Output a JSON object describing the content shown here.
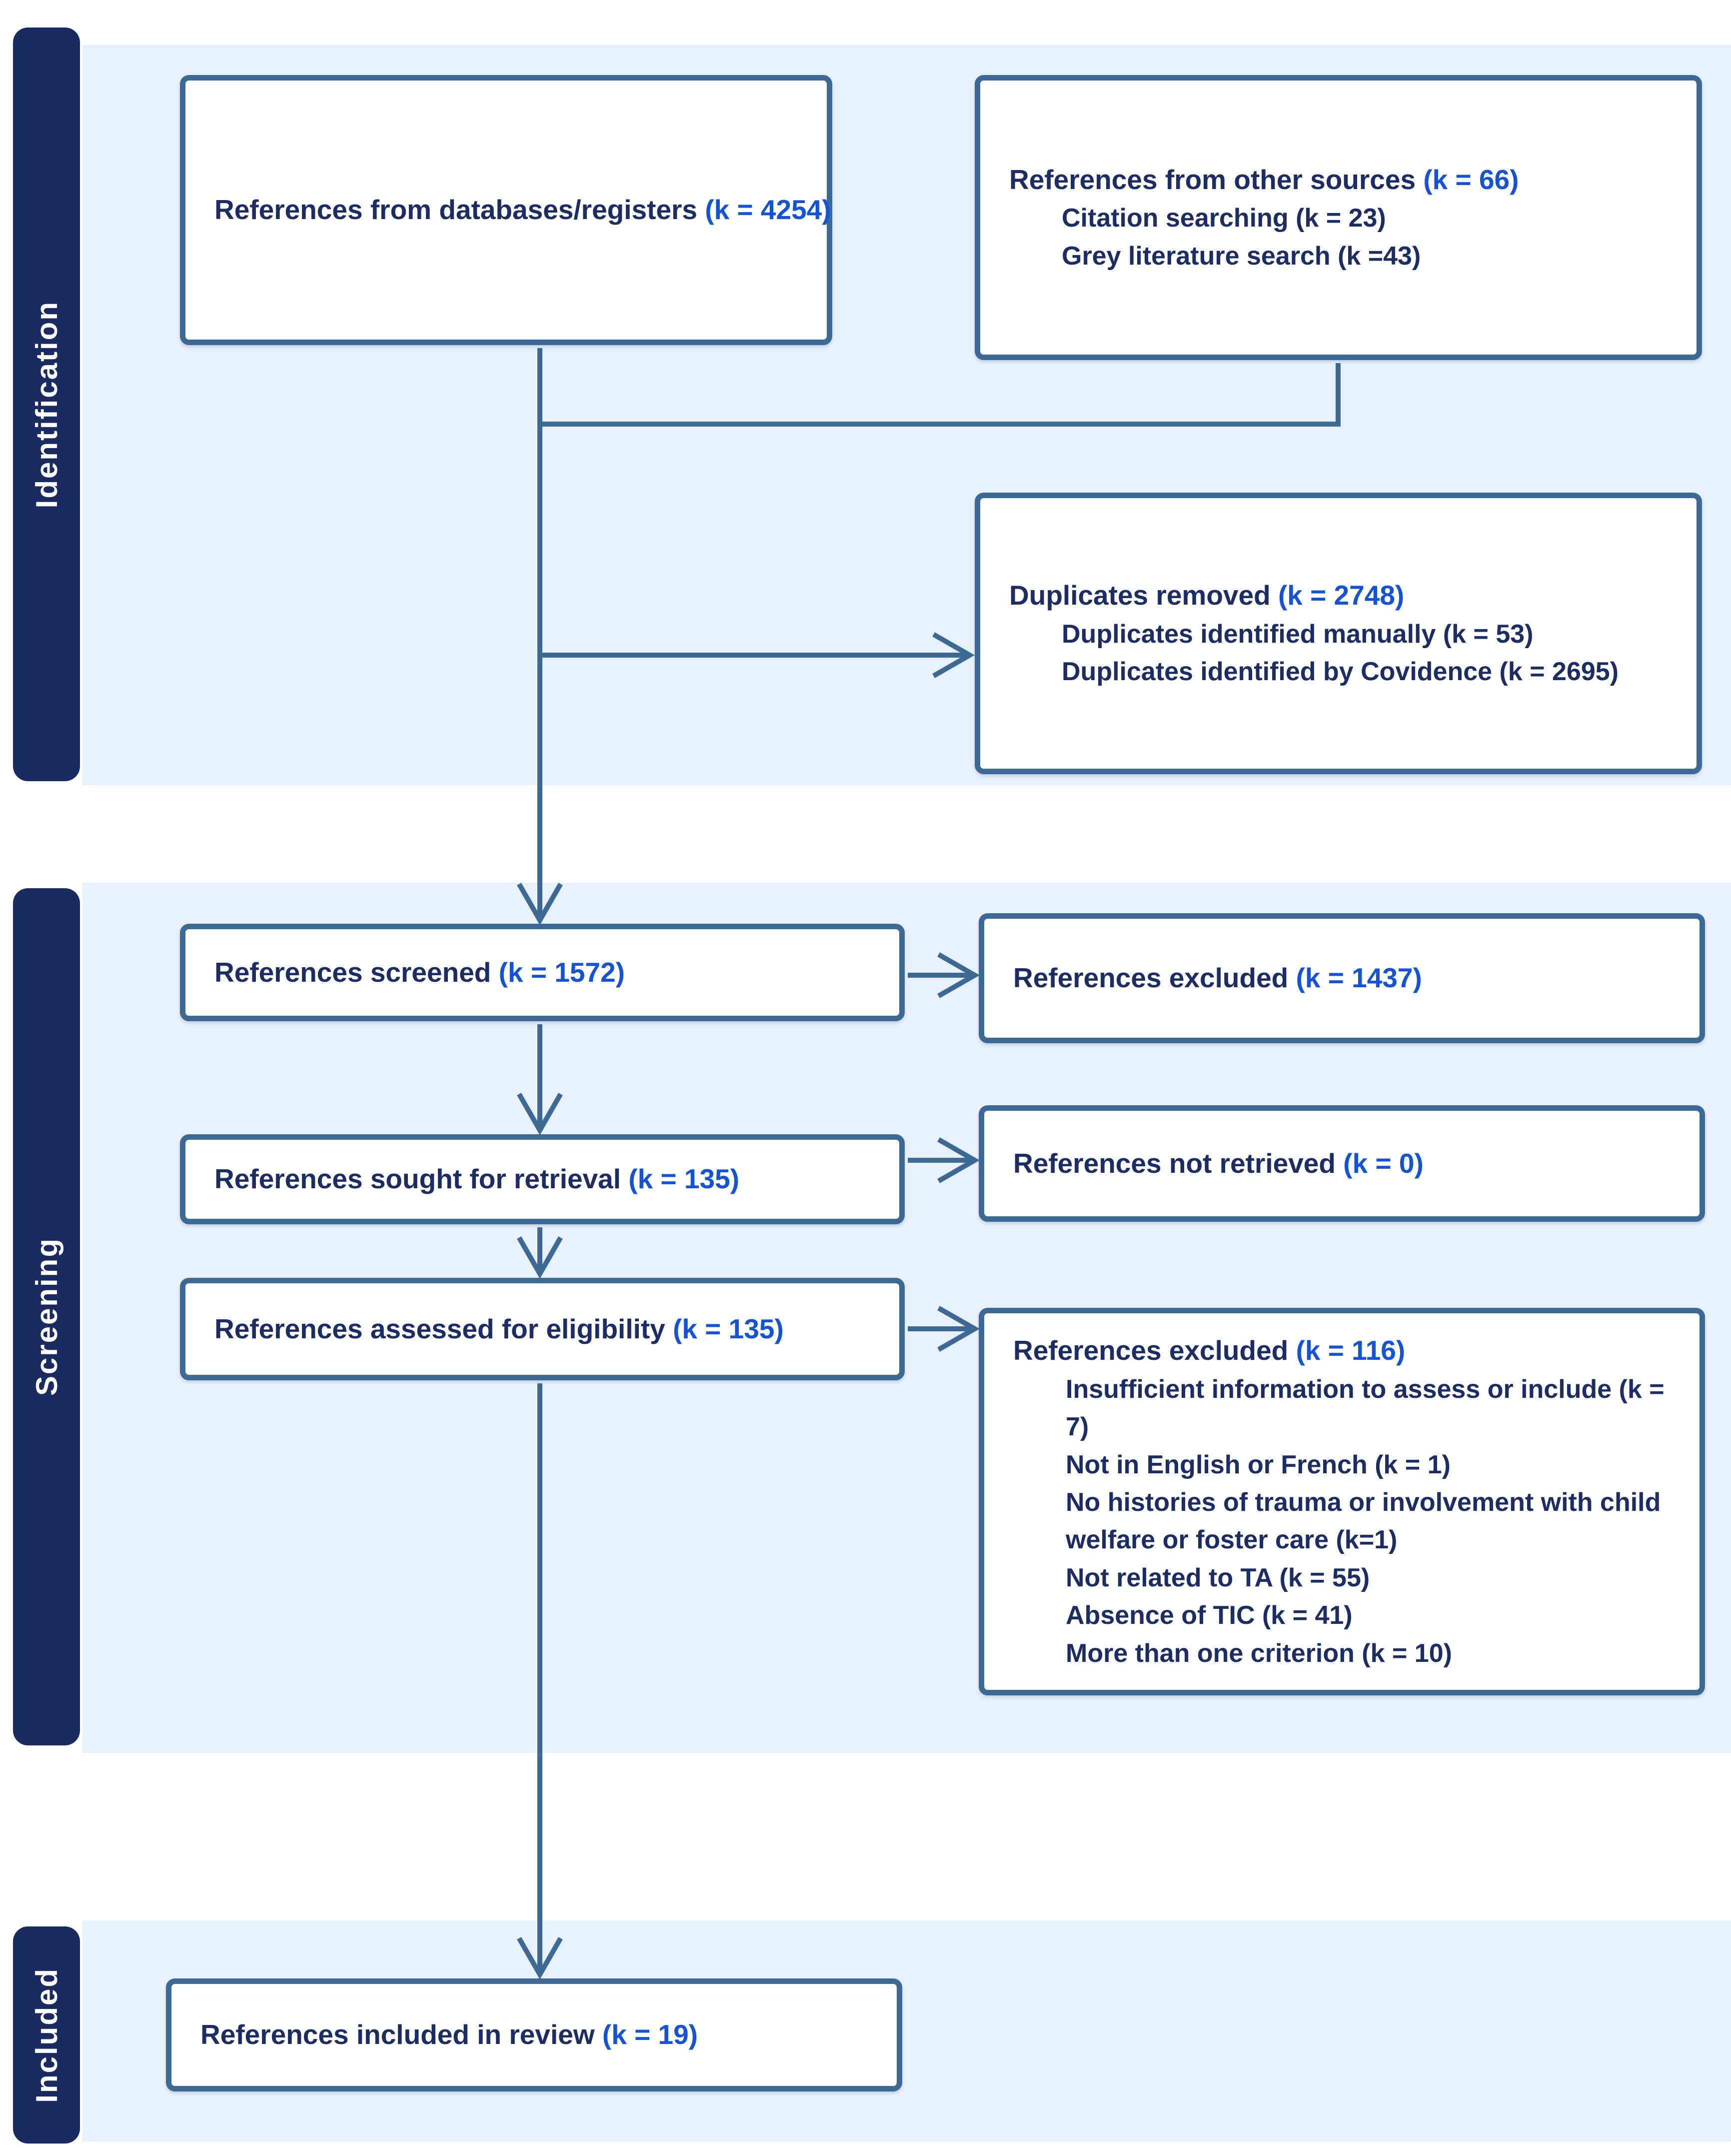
{
  "colors": {
    "band": "#E8F0FB",
    "tab": "#192B61",
    "border": "#3D6A94",
    "text": "#1B2D64",
    "k": "#1353D9"
  },
  "sidebar": {
    "labels": [
      "Identification",
      "Screening",
      "Included"
    ]
  },
  "boxes": {
    "databases": {
      "text": "References from databases/registers ",
      "k": "(k = 4254)"
    },
    "other_sources": {
      "text": "References from other sources ",
      "k": "(k = 66)",
      "items": [
        "Citation searching (k = 23)",
        "Grey literature search (k =43)"
      ]
    },
    "duplicates": {
      "text": "Duplicates removed ",
      "k": "(k = 2748)",
      "items": [
        "Duplicates identified manually (k = 53)",
        "Duplicates identified by Covidence (k = 2695)"
      ]
    },
    "screened": {
      "text": "References screened ",
      "k": "(k = 1572)"
    },
    "excluded_screening": {
      "text": "References excluded ",
      "k": "(k = 1437)"
    },
    "sought": {
      "text": "References sought for retrieval ",
      "k": "(k = 135)"
    },
    "not_retrieved": {
      "text": "References not retrieved ",
      "k": "(k = 0)"
    },
    "assessed": {
      "text": "References assessed for eligibility ",
      "k": "(k = 135)"
    },
    "excluded_eligibility": {
      "text": "References excluded ",
      "k": "(k = 116)",
      "items": [
        "Insufficient information to assess or include (k = 7)",
        "Not in English or French (k = 1)",
        "No histories of trauma or involvement with child welfare or foster care (k=1)",
        "Not related to TA (k = 55)",
        "Absence of TIC (k = 41)",
        "More than one criterion (k = 10)"
      ]
    },
    "included": {
      "text": "References included in review ",
      "k": "(k = 19)"
    }
  }
}
